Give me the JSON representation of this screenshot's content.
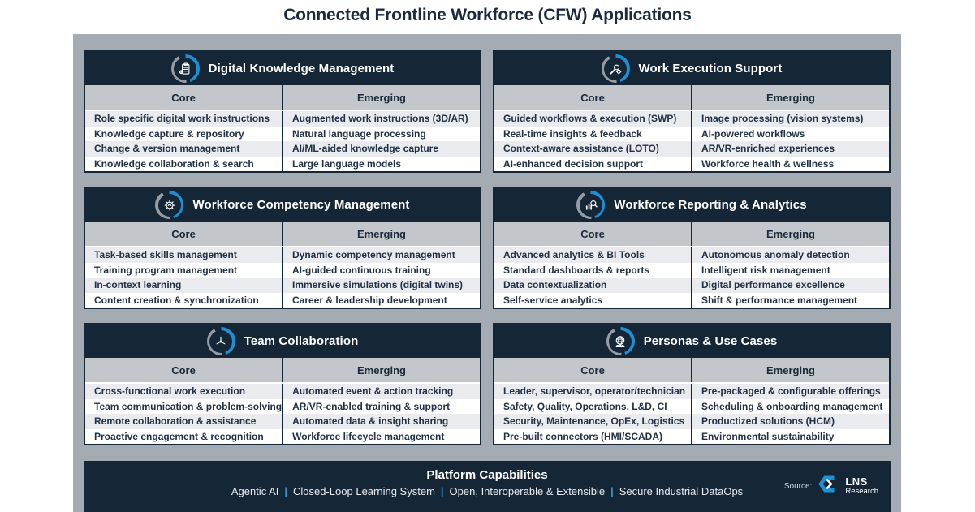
{
  "page_title": "Connected Frontline Workforce (CFW) Applications",
  "columns": {
    "core": "Core",
    "emerging": "Emerging"
  },
  "colors": {
    "navy": "#152636",
    "accent_blue": "#1e8fd5",
    "separator_blue": "#2e9bd6",
    "frame_gray": "#a5abb2",
    "column_header_gray": "#c3c7cc",
    "row_alt_gray": "#e9ebee"
  },
  "panels": [
    {
      "title": "Digital Knowledge Management",
      "icon": "clipboard-gear-icon",
      "core": [
        "Role specific digital work instructions",
        "Knowledge capture & repository",
        "Change & version management",
        "Knowledge collaboration & search"
      ],
      "emerging": [
        "Augmented work instructions (3D/AR)",
        "Natural language processing",
        "AI/ML-aided knowledge capture",
        "Large language models"
      ]
    },
    {
      "title": "Work Execution Support",
      "icon": "wrench-gear-icon",
      "core": [
        "Guided workflows & execution (SWP)",
        "Real-time insights & feedback",
        "Context-aware assistance (LOTO)",
        "AI-enhanced decision support"
      ],
      "emerging": [
        "Image processing (vision systems)",
        "AI-powered workflows",
        "AR/VR-enriched experiences",
        "Workforce health & wellness"
      ]
    },
    {
      "title": "Workforce Competency Management",
      "icon": "gear-icon",
      "core": [
        "Task-based skills management",
        "Training program management",
        "In-context learning",
        "Content creation & synchronization"
      ],
      "emerging": [
        "Dynamic competency management",
        "AI-guided continuous training",
        "Immersive simulations (digital twins)",
        "Career & leadership development"
      ]
    },
    {
      "title": "Workforce Reporting & Analytics",
      "icon": "chart-magnifier-icon",
      "core": [
        "Advanced analytics & BI Tools",
        "Standard dashboards & reports",
        "Data contextualization",
        "Self-service analytics"
      ],
      "emerging": [
        "Autonomous anomaly detection",
        "Intelligent risk management",
        "Digital performance excellence",
        "Shift & performance management"
      ]
    },
    {
      "title": "Team Collaboration",
      "icon": "hands-together-icon",
      "core": [
        "Cross-functional work execution",
        "Team communication & problem-solving",
        "Remote collaboration & assistance",
        "Proactive engagement & recognition"
      ],
      "emerging": [
        "Automated event & action tracking",
        "AR/VR-enabled training & support",
        "Automated data & insight sharing",
        "Workforce lifecycle management"
      ]
    },
    {
      "title": "Personas & Use Cases",
      "icon": "globe-factory-icon",
      "core": [
        "Leader, supervisor, operator/technician",
        "Safety, Quality, Operations, L&D, CI",
        "Security, Maintenance, OpEx, Logistics",
        "Pre-built connectors (HMI/SCADA)"
      ],
      "emerging": [
        "Pre-packaged & configurable offerings",
        "Scheduling & onboarding management",
        "Productized solutions (HCM)",
        "Environmental sustainability"
      ]
    }
  ],
  "footer": {
    "title": "Platform Capabilities",
    "capabilities": [
      "Agentic AI",
      "Closed-Loop Learning System",
      "Open, Interoperable & Extensible",
      "Secure Industrial DataOps"
    ],
    "separator": "|",
    "source_label": "Source:",
    "logo": {
      "name": "LNS",
      "sub": "Research"
    }
  }
}
